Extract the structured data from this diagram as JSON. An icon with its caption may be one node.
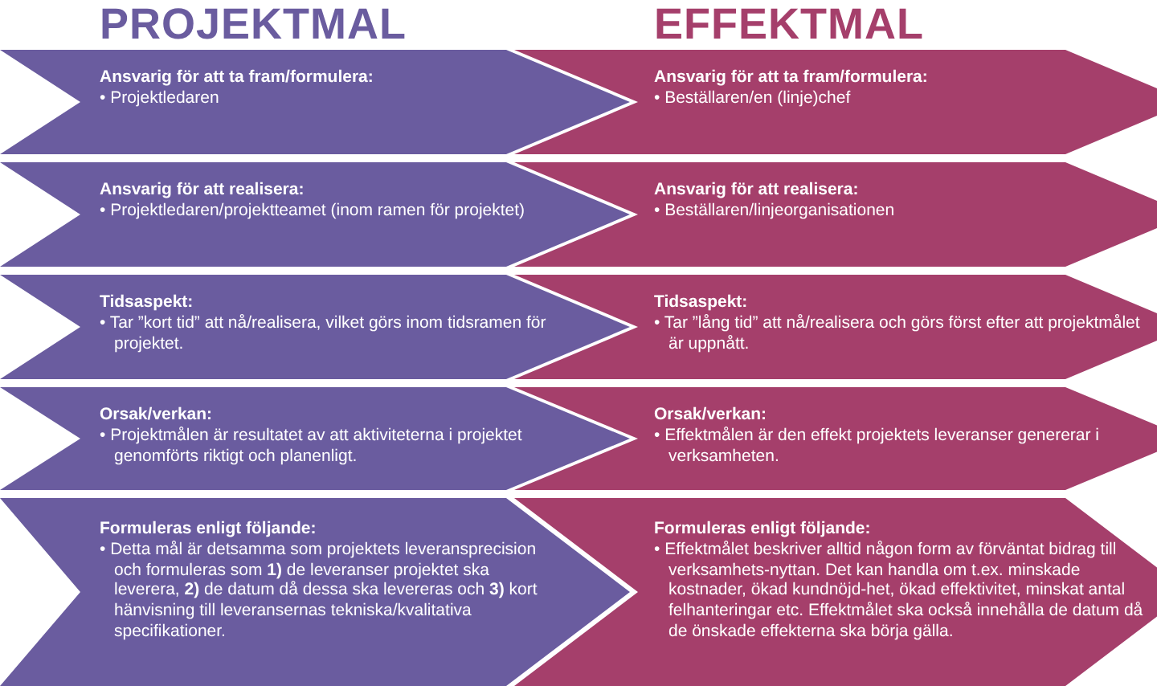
{
  "diagram": {
    "nodes": [
      {
        "text": [
          "Ansvarig för att ta fram/formulera:",
          "• Projektledaren"
        ]
      },
      {
        "text": [
          "Ansvarig för att ta fram/formulera:",
          "• Beställaren/en (linje)chef"
        ]
      },
      {
        "text": [
          "Ansvarig för att realisera:",
          "• Projektledaren/projektteamet (inom ramen för projektet)"
        ]
      },
      {
        "text": [
          "Ansvarig för att realisera:",
          "• Beställaren/linjeorganisationen"
        ]
      },
      {
        "text": [
          "Tidsaspekt:",
          "• Tar ”kort tid” att nå/realisera, vilket görs inom tidsramen för projektet."
        ]
      },
      {
        "text": [
          "Tidsaspekt:",
          "• Tar ”lång tid” att nå/realisera och görs först efter att projektmålet är uppnått."
        ]
      },
      {
        "text": [
          "Orsak/verkan:",
          "• Projektmålen är resultatet av att aktiviteterna i projektet genomförts riktigt och planenligt."
        ]
      },
      {
        "text": [
          "Orsak/verkan:",
          "• Effektmålen är den effekt projektets leveranser genererar i verksamheten."
        ]
      },
      {
        "text": [
          "Formuleras enligt följande:",
          "• Detta mål är detsamma som projektets leveransprecision och formuleras som **1)** de leveranser projektet ska leverera, **2)** de datum då dessa ska levereras och **3)** kort hänvisning till leveransernas tekniska/kvalitativa specifikationer."
        ]
      },
      {
        "text": [
          "Formuleras enligt följande:",
          "• Effektmålet beskriver alltid någon form av förväntat bidrag till verksamhets-nyttan. Det kan handla om t.ex. minskade kostnader, ökad kundnöjd-het, ökad effektivitet, minskat antal felhanteringar etc. Effektmålet ska också innehålla de datum då de önskade effekterna ska börja gälla."
        ]
      }
    ],
    "labels": [
      "PROJEKTMAL",
      "EFFEKTMAL"
    ]
  }
}
